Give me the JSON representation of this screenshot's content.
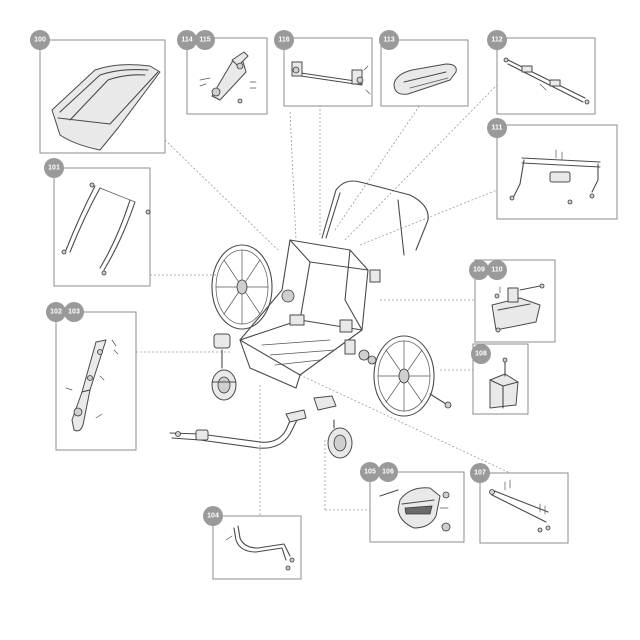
{
  "colors": {
    "badge_fill": "#9a9a9a",
    "badge_text": "#ffffff",
    "box_stroke": "#8c8c8c",
    "leader_line": "#9a9a9a",
    "line_art": "#4a4a4a",
    "background": "#ffffff"
  },
  "callouts": [
    {
      "id": "c100",
      "numbers": [
        "100"
      ]
    },
    {
      "id": "c101",
      "numbers": [
        "101"
      ]
    },
    {
      "id": "c102",
      "numbers": [
        "102",
        "103"
      ]
    },
    {
      "id": "c104",
      "numbers": [
        "104"
      ]
    },
    {
      "id": "c105",
      "numbers": [
        "105",
        "106"
      ]
    },
    {
      "id": "c107",
      "numbers": [
        "107"
      ]
    },
    {
      "id": "c108",
      "numbers": [
        "108"
      ]
    },
    {
      "id": "c109",
      "numbers": [
        "109",
        "110"
      ]
    },
    {
      "id": "c111",
      "numbers": [
        "111"
      ]
    },
    {
      "id": "c112",
      "numbers": [
        "112"
      ]
    },
    {
      "id": "c113",
      "numbers": [
        "113"
      ]
    },
    {
      "id": "c114",
      "numbers": [
        "114",
        "115"
      ]
    },
    {
      "id": "c116",
      "numbers": [
        "116"
      ]
    }
  ]
}
